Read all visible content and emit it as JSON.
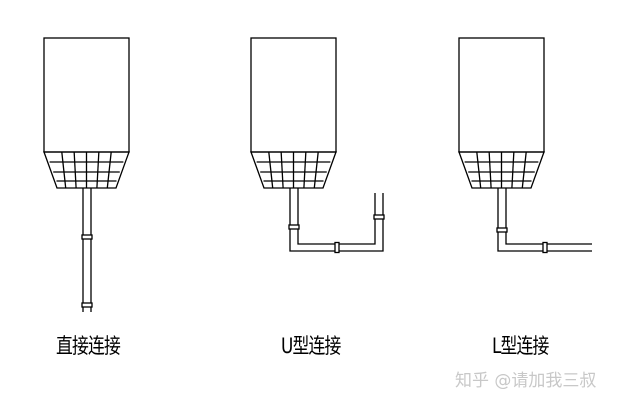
{
  "units": [
    {
      "label": "直接连接",
      "type": "direct"
    },
    {
      "label": "U型连接",
      "type": "u"
    },
    {
      "label": "L型连接",
      "type": "l"
    }
  ],
  "watermark": "知乎 @请加我三叔",
  "colors": {
    "line": "#000000",
    "watermark": "#c8c8c8"
  }
}
